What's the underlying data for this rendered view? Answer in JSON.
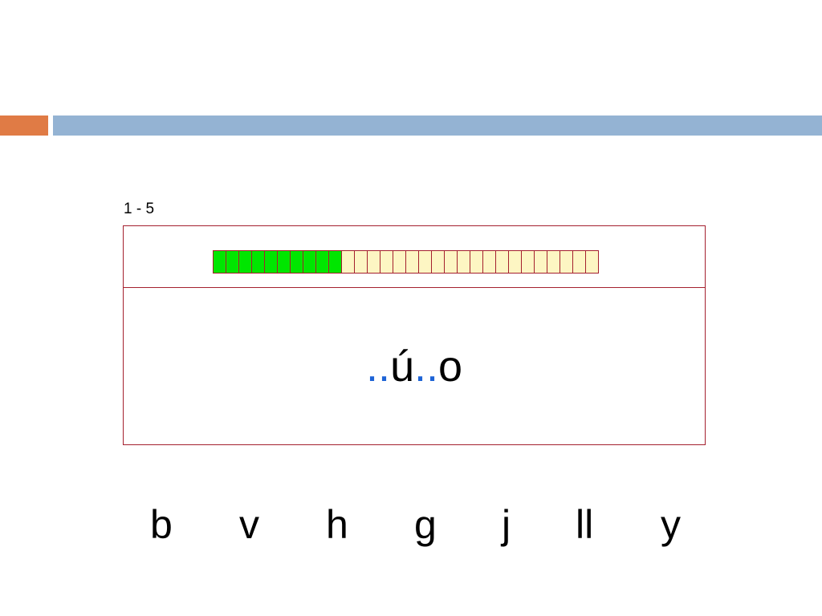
{
  "header": {
    "accent_color": "#e07b45",
    "bar_color": "#94b3d3"
  },
  "counter": "1 - 5",
  "progress": {
    "completed": 10,
    "total": 30,
    "done_color": "#00e600",
    "todo_color": "#fdf6c3",
    "border_color": "#a4202e"
  },
  "word": {
    "prefix_dots": "..",
    "vowel": "ú",
    "middle_dots": "..",
    "ending": "o",
    "dots_color": "#1d63d6"
  },
  "choices": [
    "b",
    "v",
    "h",
    "g",
    "j",
    "ll",
    "y"
  ]
}
